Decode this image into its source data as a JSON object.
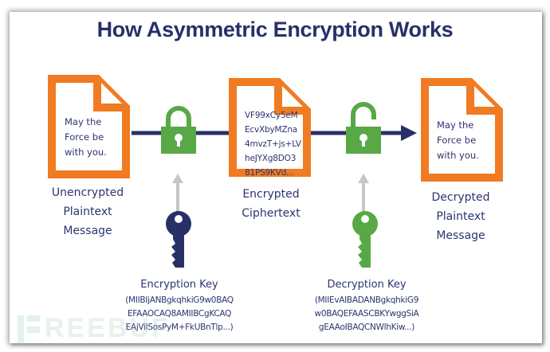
{
  "title": "How Asymmetric Encryption Works",
  "colors": {
    "navy": "#283068",
    "orange": "#f07b22",
    "green": "#58a846",
    "arrow_gray": "#c2c7c9"
  },
  "stages": [
    {
      "id": "plaintext",
      "document_lines": [
        "May the",
        "Force be",
        "with you."
      ],
      "label_lines": [
        "Unencrypted",
        "Plaintext",
        "Message"
      ]
    },
    {
      "id": "ciphertext",
      "document_lines": [
        "VF99xCy5eM",
        "EcvXbyMZna",
        "4mvzT+js+LV",
        "heJYXg8DO3",
        "81PS9KVd..."
      ],
      "label_lines": [
        "Encrypted",
        "Ciphertext"
      ]
    },
    {
      "id": "decrypted",
      "document_lines": [
        "May the",
        "Force be",
        "with you."
      ],
      "label_lines": [
        "Decrypted",
        "Plaintext",
        "Message"
      ]
    }
  ],
  "locks": [
    {
      "id": "encrypt-lock",
      "state": "locked",
      "icon": "lock-closed-icon"
    },
    {
      "id": "decrypt-lock",
      "state": "unlocked",
      "icon": "lock-open-icon"
    }
  ],
  "keys": [
    {
      "id": "encryption-key",
      "title": "Encryption Key",
      "value_lines": [
        "(MIIBIjANBgkqhkiG9w0BAQ",
        "EFAAOCAQ8AMIIBCgKCAQ",
        "EAjVilSosPyM+FkUBnTlp...)"
      ],
      "icon": "key-icon"
    },
    {
      "id": "decryption-key",
      "title": "Decryption Key",
      "value_lines": [
        "(MIIEvAIBADANBgkqhkiG9",
        "w0BAQEFAASCBKYwggSiA",
        "gEAAoIBAQCNWlhKiw...)"
      ],
      "icon": "key-icon"
    }
  ],
  "watermark": "REEBUF"
}
